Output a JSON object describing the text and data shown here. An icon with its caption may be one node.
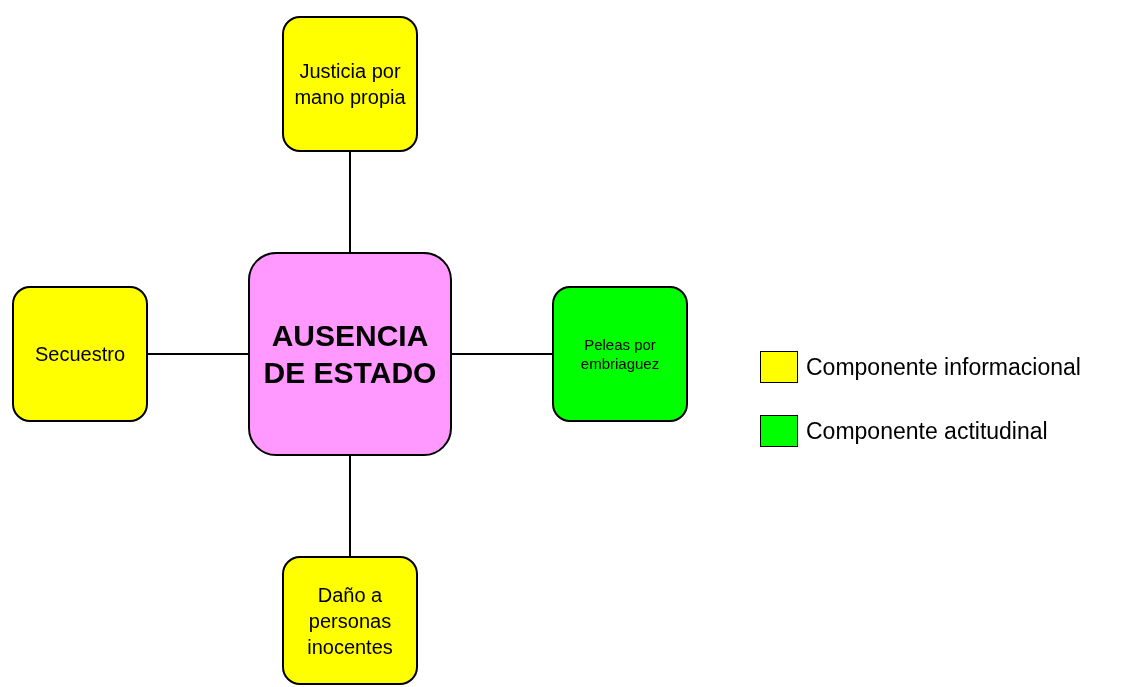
{
  "diagram": {
    "nodes": [
      {
        "text": [
          "Justicia por mano propia"
        ]
      },
      {
        "text": [
          "Secuestro"
        ]
      },
      {
        "text": [
          "AUSENCIA DE ESTADO"
        ]
      },
      {
        "text": [
          "Peleas por embriaguez"
        ]
      },
      {
        "text": [
          "Daño a personas inocentes"
        ]
      }
    ],
    "edges": [
      {
        "from": 2,
        "to": 0,
        "arrow": "none"
      },
      {
        "from": 2,
        "to": 1,
        "arrow": "none"
      },
      {
        "from": 2,
        "to": 3,
        "arrow": "none"
      },
      {
        "from": 2,
        "to": 4,
        "arrow": "none"
      }
    ],
    "legend": [
      {
        "text": "Componente informacional",
        "color": "#ffff00"
      },
      {
        "text": "Componente actitudinal",
        "color": "#00ff00"
      }
    ]
  }
}
